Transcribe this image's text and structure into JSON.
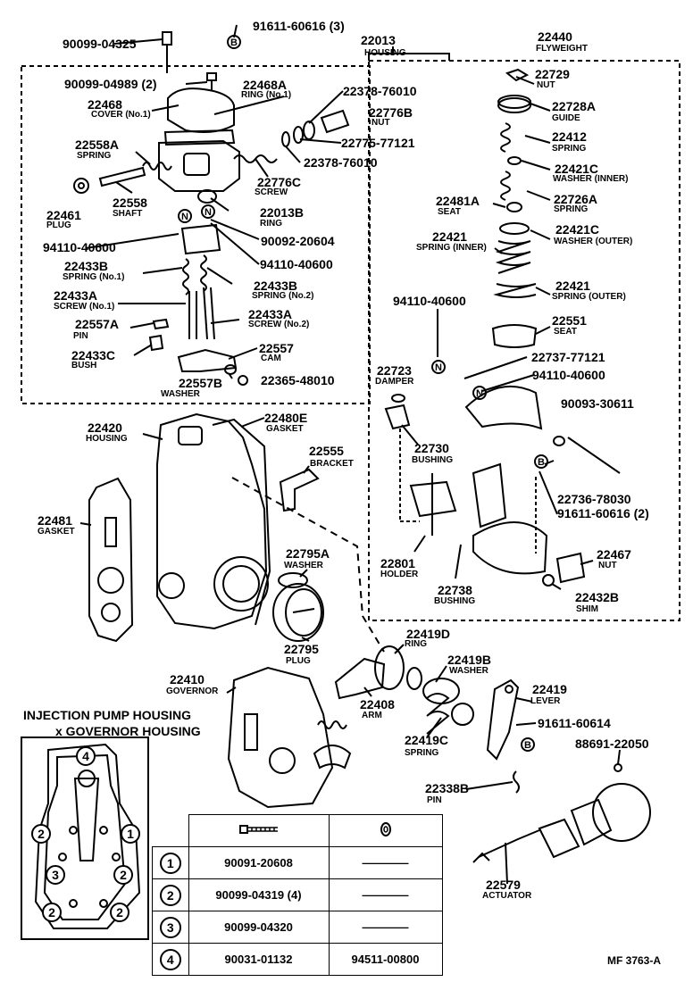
{
  "labels": {
    "p90099_04325": "90099-04325",
    "p91611_60616": "91611-60616 (3)",
    "p22013": "22013",
    "housing_top": "HOUSING",
    "p22440": "22440",
    "flyweight": "FLYWEIGHT",
    "p90099_04989": "90099-04989 (2)",
    "p22468A": "22468A",
    "ring_no1": "RING (No.1)",
    "p22378_76010a": "22378-76010",
    "p22468": "22468",
    "cover_no1": "COVER (No.1)",
    "p22776B": "22776B",
    "nut_a": "NUT",
    "p22775_77121": "22775-77121",
    "p22558A": "22558A",
    "spring_a": "SPRING",
    "p22378_76010b": "22378-76010",
    "p22776C": "22776C",
    "screw_a": "SCREW",
    "p22461": "22461",
    "plug_a": "PLUG",
    "p22558": "22558",
    "shaft": "SHAFT",
    "p22013B": "22013B",
    "ring_a": "RING",
    "p94110_40600a": "94110-40600",
    "p90092_20604": "90092-20604",
    "p94110_40600b": "94110-40600",
    "p22433B_1": "22433B",
    "spring_no1": "SPRING (No.1)",
    "p22433B_2": "22433B",
    "spring_no2": "SPRING (No.2)",
    "p22433A_1": "22433A",
    "screw_no1": "SCREW (No.1)",
    "p22557A": "22557A",
    "pin_a": "PIN",
    "p22433A_2": "22433A",
    "screw_no2": "SCREW (No.2)",
    "p22557": "22557",
    "cam": "CAM",
    "p22433C": "22433C",
    "bush": "BUSH",
    "p22557B": "22557B",
    "washer_a": "WASHER",
    "p22365_48010": "22365-48010",
    "p22729": "22729",
    "nut_b": "NUT",
    "p22728A": "22728A",
    "guide": "GUIDE",
    "p22412": "22412",
    "spring_b": "SPRING",
    "p22421C_1": "22421C",
    "washer_inner": "WASHER (INNER)",
    "p22481A": "22481A",
    "seat_a": "SEAT",
    "p22726A": "22726A",
    "spring_c": "SPRING",
    "p22421_1": "22421",
    "spring_inner": "SPRING (INNER)",
    "p22421C_2": "22421C",
    "washer_outer": "WASHER (OUTER)",
    "p22421_2": "22421",
    "spring_outer": "SPRING (OUTER)",
    "p94110_40600c": "94110-40600",
    "p22551": "22551",
    "seat_b": "SEAT",
    "p22737_77121": "22737-77121",
    "p22723": "22723",
    "damper": "DAMPER",
    "p94110_40600d": "94110-40600",
    "p90093_30611": "90093-30611",
    "p22420": "22420",
    "housing_mid": "HOUSING",
    "p22480E": "22480E",
    "gasket_a": "GASKET",
    "p22730": "22730",
    "bushing_a": "BUSHING",
    "p22555": "22555",
    "bracket": "BRACKET",
    "p22736_78030": "22736-78030",
    "p22481": "22481",
    "gasket_b": "GASKET",
    "p91611_60616_2": "91611-60616 (2)",
    "p22795A": "22795A",
    "washer_b": "WASHER",
    "p22801": "22801",
    "holder": "HOLDER",
    "p22467": "22467",
    "nut_c": "NUT",
    "p22738": "22738",
    "bushing_b": "BUSHING",
    "p22432B": "22432B",
    "shim": "SHIM",
    "p22795": "22795",
    "plug_b": "PLUG",
    "p22419D": "22419D",
    "ring_b": "RING",
    "p22419B": "22419B",
    "washer_c": "WASHER",
    "p22410": "22410",
    "governor": "GOVERNOR",
    "p22408": "22408",
    "arm": "ARM",
    "p22419": "22419",
    "lever": "LEVER",
    "p91611_60614": "91611-60614",
    "p22419C": "22419C",
    "spring_d": "SPRING",
    "p88691_22050": "88691-22050",
    "p22338B": "22338B",
    "pin_b": "PIN",
    "p22579": "22579",
    "actuator": "ACTUATOR",
    "title1": "INJECTION PUMP HOUSING",
    "title2": "x GOVERNOR HOUSING",
    "footer": "MF 3763-A"
  },
  "markers": {
    "N": "N",
    "B": "B",
    "m1": "1",
    "m2": "2",
    "m3": "3",
    "m4": "4"
  },
  "table": {
    "rows": [
      {
        "num": "1",
        "col1": "90091-20608",
        "col2": "————"
      },
      {
        "num": "2",
        "col1": "90099-04319 (4)",
        "col2": "————"
      },
      {
        "num": "3",
        "col1": "90099-04320",
        "col2": "————"
      },
      {
        "num": "4",
        "col1": "90031-01132",
        "col2": "94511-00800"
      }
    ]
  }
}
